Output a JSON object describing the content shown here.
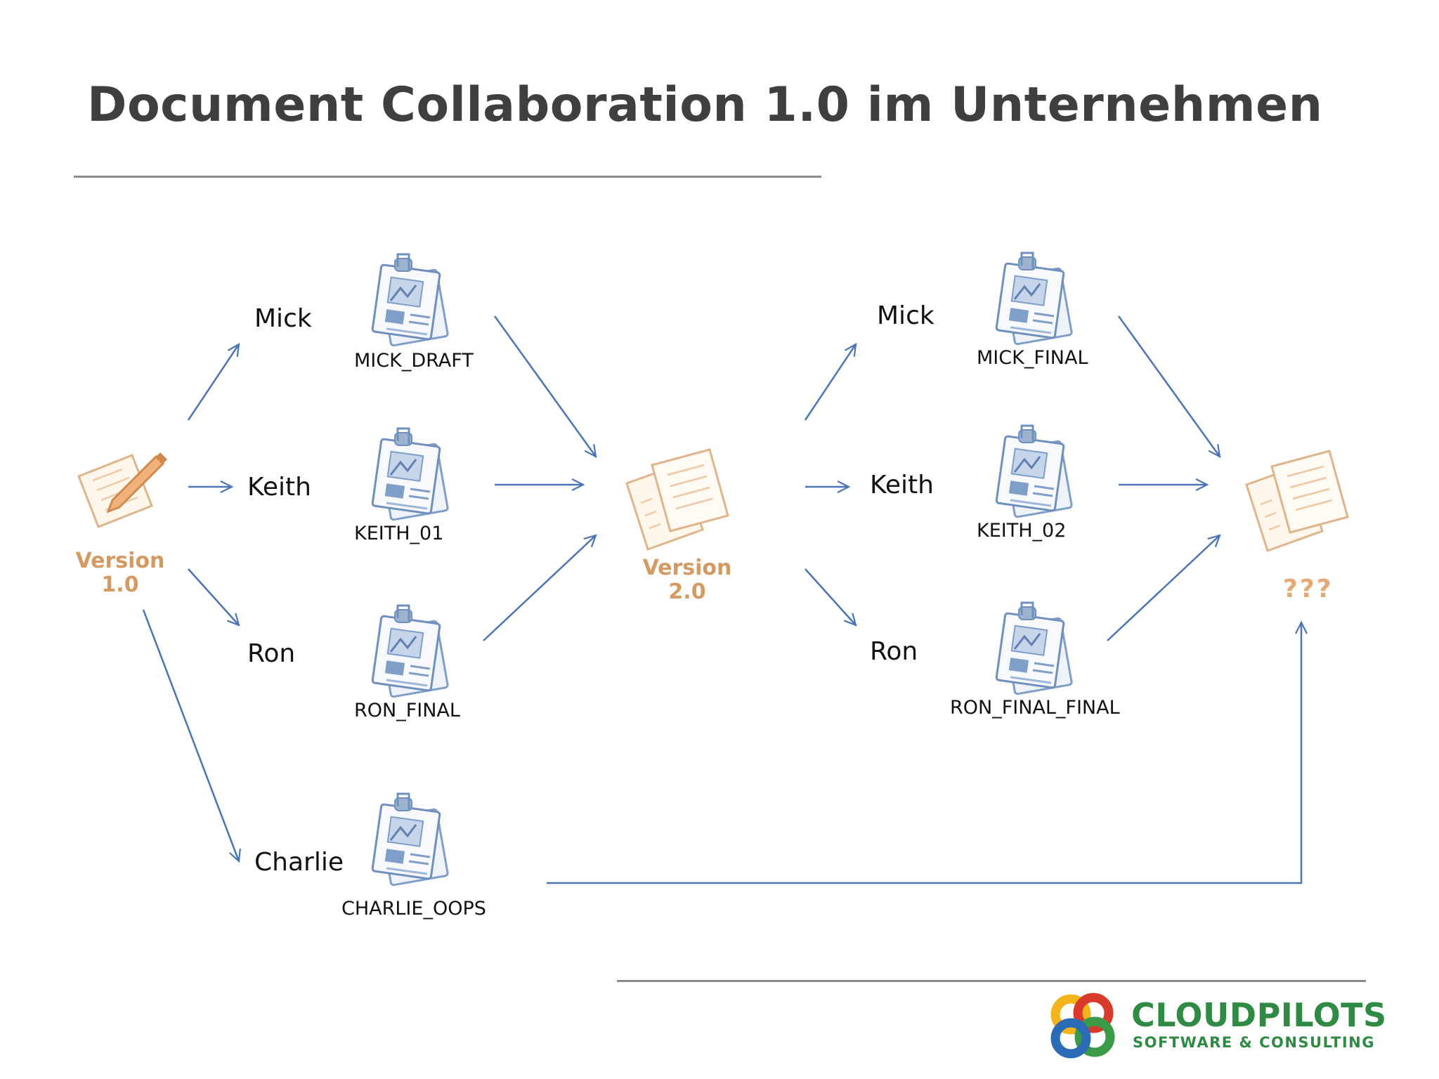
{
  "slide": {
    "title": "Document Collaboration 1.0 im Unternehmen"
  },
  "diagram": {
    "start_label": [
      "Version",
      "1.0"
    ],
    "middle_label": [
      "Version",
      "2.0"
    ],
    "end_label": "???",
    "round1": [
      {
        "person": "Mick",
        "file": "MICK_DRAFT"
      },
      {
        "person": "Keith",
        "file": "KEITH_01"
      },
      {
        "person": "Ron",
        "file": "RON_FINAL"
      },
      {
        "person": "Charlie",
        "file": "CHARLIE_OOPS"
      }
    ],
    "round2": [
      {
        "person": "Mick",
        "file": "MICK_FINAL"
      },
      {
        "person": "Keith",
        "file": "KEITH_02"
      },
      {
        "person": "Ron",
        "file": "RON_FINAL_FINAL"
      }
    ],
    "colors": {
      "arrow": "#4a74b4",
      "version_label": "#d49a62",
      "title": "#3f3f3f"
    }
  },
  "logo": {
    "name": "CLOUDPILOTS",
    "tagline": "SOFTWARE & CONSULTING",
    "color": "#2f8a44"
  }
}
